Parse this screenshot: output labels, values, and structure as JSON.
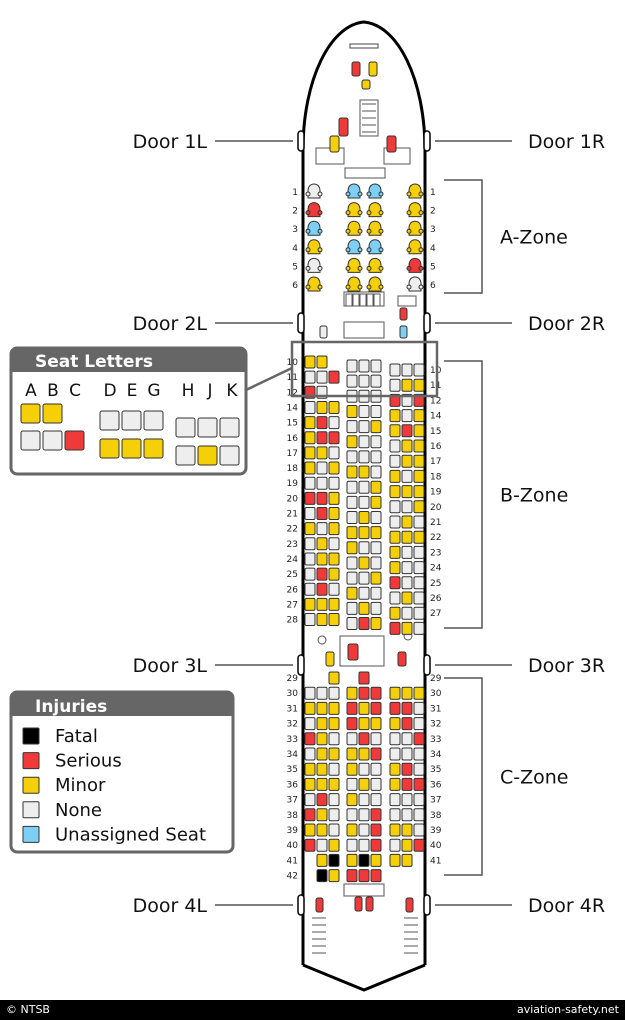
{
  "doors": {
    "d1l": "Door 1L",
    "d1r": "Door 1R",
    "d2l": "Door 2L",
    "d2r": "Door 2R",
    "d3l": "Door 3L",
    "d3r": "Door 3R",
    "d4l": "Door 4L",
    "d4r": "Door 4R"
  },
  "zones": {
    "a": "A-Zone",
    "b": "B-Zone",
    "c": "C-Zone"
  },
  "seat_letters": {
    "title": "Seat Letters",
    "left": [
      "A",
      "B",
      "C"
    ],
    "center": [
      "D",
      "E",
      "G"
    ],
    "right": [
      "H",
      "J",
      "K"
    ]
  },
  "legend": {
    "title": "Injuries",
    "items": [
      {
        "label": "Fatal",
        "color": "#000000"
      },
      {
        "label": "Serious",
        "color": "#f03a3a"
      },
      {
        "label": "Minor",
        "color": "#f5cf07"
      },
      {
        "label": "None",
        "color": "#eeeeee"
      },
      {
        "label": "Unassigned Seat",
        "color": "#7ecff5"
      }
    ]
  },
  "footer": {
    "left": "© NTSB",
    "right": "aviation-safety.net"
  },
  "rows": {
    "a_zone": [
      "1",
      "2",
      "3",
      "4",
      "5",
      "6"
    ],
    "b_left": [
      "10",
      "11",
      "12",
      "14",
      "15",
      "16",
      "17",
      "18",
      "19",
      "20",
      "21",
      "22",
      "23",
      "24",
      "25",
      "26",
      "27",
      "28"
    ],
    "b_right": [
      "10",
      "11",
      "12",
      "14",
      "15",
      "16",
      "17",
      "18",
      "19",
      "20",
      "21",
      "22",
      "23",
      "24",
      "25",
      "26",
      "27"
    ],
    "c_left": [
      "29",
      "30",
      "31",
      "32",
      "33",
      "34",
      "35",
      "36",
      "37",
      "38",
      "39",
      "40",
      "41",
      "42"
    ],
    "c_right": [
      "29",
      "30",
      "31",
      "32",
      "33",
      "34",
      "35",
      "36",
      "37",
      "38",
      "39",
      "40",
      "41"
    ]
  }
}
